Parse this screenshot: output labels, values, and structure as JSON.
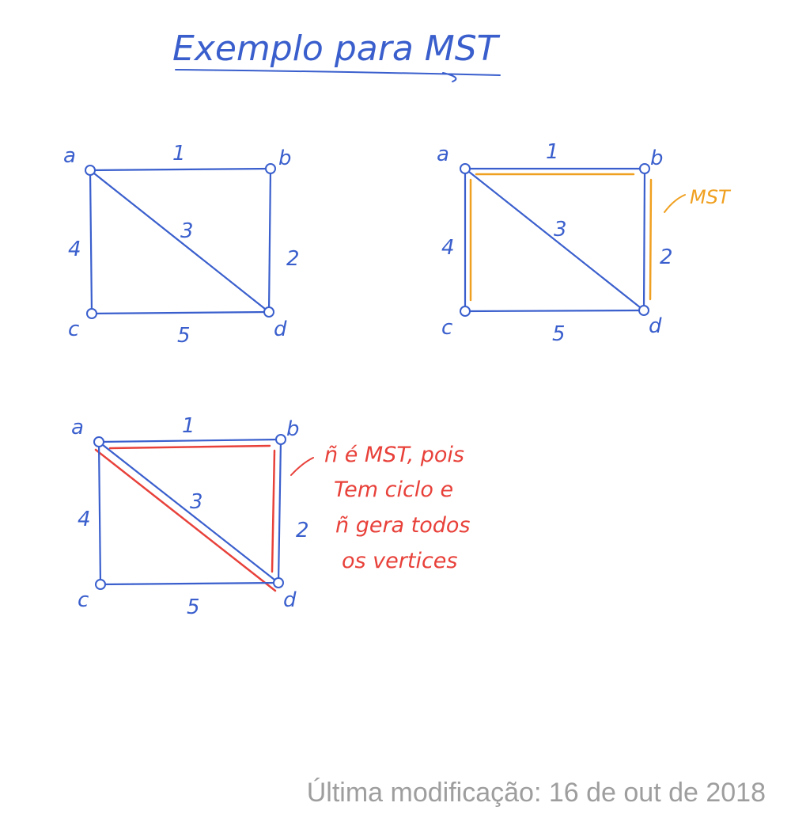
{
  "title": "Exemplo para MST",
  "colors": {
    "graph": "#3a5fcd",
    "mst": "#f0a020",
    "note": "#e8413a",
    "footer": "#9e9e9e"
  },
  "graph": {
    "nodes": [
      "a",
      "b",
      "c",
      "d"
    ],
    "edges": [
      {
        "from": "a",
        "to": "b",
        "weight": "1"
      },
      {
        "from": "b",
        "to": "d",
        "weight": "2"
      },
      {
        "from": "a",
        "to": "d",
        "weight": "3"
      },
      {
        "from": "a",
        "to": "c",
        "weight": "4"
      },
      {
        "from": "c",
        "to": "d",
        "weight": "5"
      }
    ]
  },
  "diagram_mst": {
    "highlight_label": "MST",
    "highlight_edges": [
      "a-b",
      "b-d",
      "a-c"
    ]
  },
  "diagram_cycle": {
    "highlight_edges": [
      "a-b",
      "b-d",
      "a-d"
    ],
    "note_lines": [
      "ñ é MST, pois",
      "Tem ciclo e",
      "ñ gera todos",
      "os vertices"
    ]
  },
  "footer": "Última modificação: 16 de out de 2018"
}
